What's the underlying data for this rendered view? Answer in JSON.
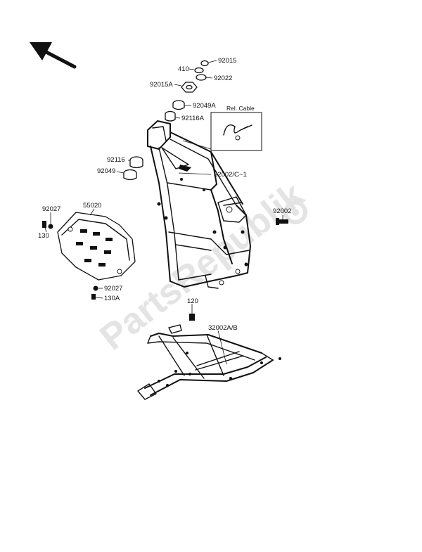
{
  "watermark": "PartsRepublik",
  "callouts": {
    "p92015": "92015",
    "p410": "410",
    "p92022": "92022",
    "p92015A": "92015A",
    "p92049A": "92049A",
    "p92116A": "92116A",
    "rel_cable": "Rel. Cable",
    "p92116": "92116",
    "p32002C": "32002/C~1",
    "p92049": "92049",
    "p92027_top": "92027",
    "p55020": "55020",
    "p130": "130",
    "p92002": "92002",
    "p92027_bot": "92027",
    "p130A": "130A",
    "p120": "120",
    "p32002AB": "32002A/B"
  },
  "colors": {
    "ink": "#111111",
    "watermark": "#e4e4e4",
    "background": "#ffffff"
  }
}
